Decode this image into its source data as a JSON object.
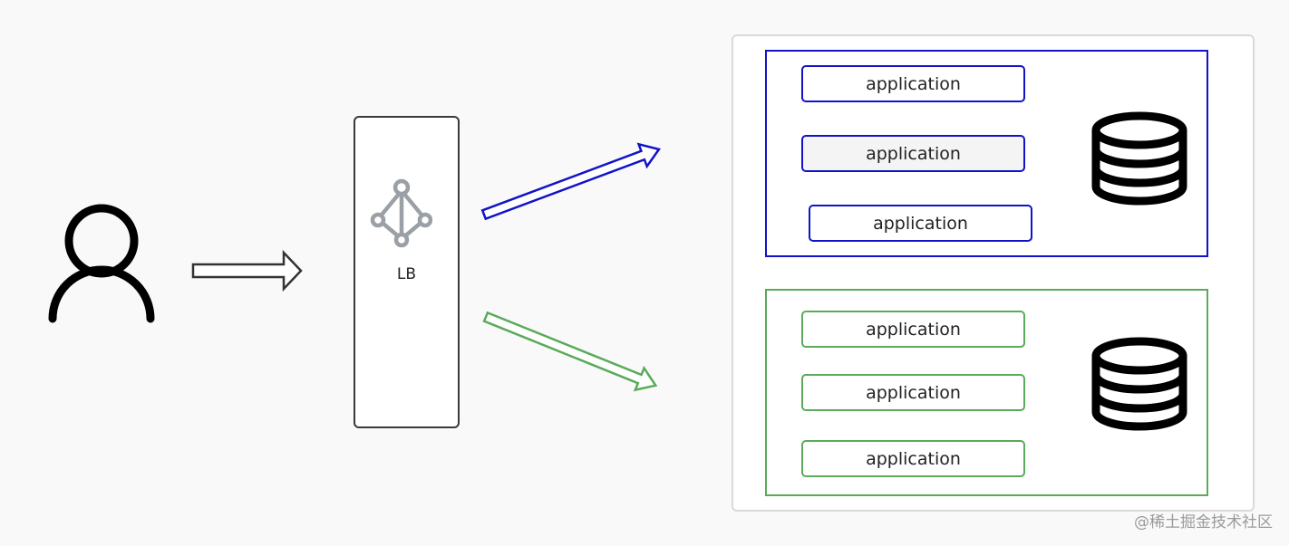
{
  "load_balancer": {
    "label": "LB",
    "icon": "network-tree-icon"
  },
  "user": {
    "icon": "user-icon"
  },
  "clusters": [
    {
      "color": "#1212c8",
      "database_icon": "database-icon",
      "apps": [
        {
          "label": "application"
        },
        {
          "label": "application"
        },
        {
          "label": "application"
        }
      ]
    },
    {
      "color": "#5aaa5a",
      "database_icon": "database-icon",
      "apps": [
        {
          "label": "application"
        },
        {
          "label": "application"
        },
        {
          "label": "application"
        }
      ]
    }
  ],
  "watermark": "@稀土掘金技术社区"
}
